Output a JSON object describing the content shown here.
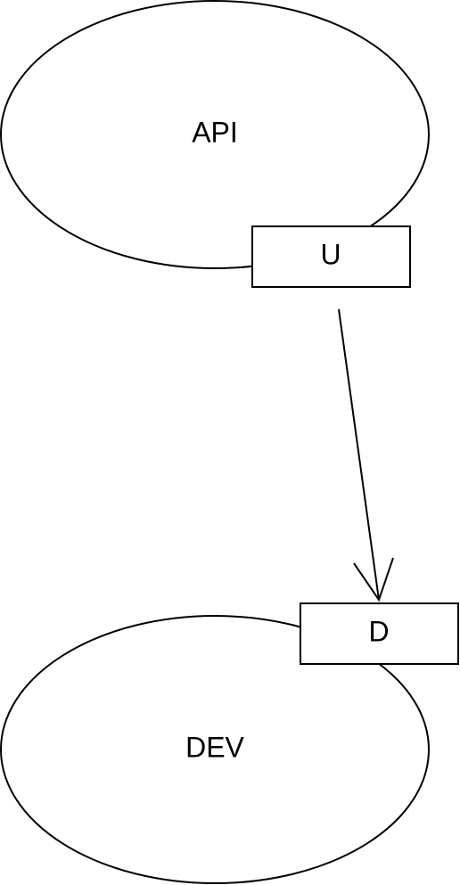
{
  "nodes": {
    "api": {
      "label": "API"
    },
    "dev": {
      "label": "DEV"
    }
  },
  "ports": {
    "upstream": {
      "label": "U"
    },
    "downstream": {
      "label": "D"
    }
  },
  "colors": {
    "stroke": "#000000",
    "fill": "#ffffff"
  }
}
